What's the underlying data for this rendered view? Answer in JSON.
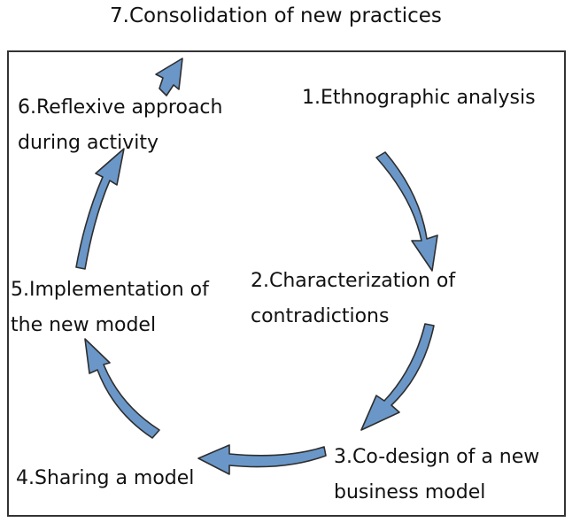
{
  "diagram": {
    "title": "7.Consolidation of new practices",
    "steps": [
      {
        "id": 1,
        "text": "1.Ethnographic analysis"
      },
      {
        "id": 2,
        "text": "2.Characterization of\ncontradictions"
      },
      {
        "id": 3,
        "text": "3.Co-design of a new\nbusiness model"
      },
      {
        "id": 4,
        "text": "4.Sharing a model"
      },
      {
        "id": 5,
        "text": "5.Implementation of\nthe new model"
      },
      {
        "id": 6,
        "text": "6.Reflexive approach\nduring activity"
      }
    ]
  },
  "colors": {
    "arrow_fill": "#6a97c8",
    "arrow_outline": "#2e2e2e",
    "frame": "#333333",
    "text": "#111111",
    "background": "#ffffff"
  }
}
